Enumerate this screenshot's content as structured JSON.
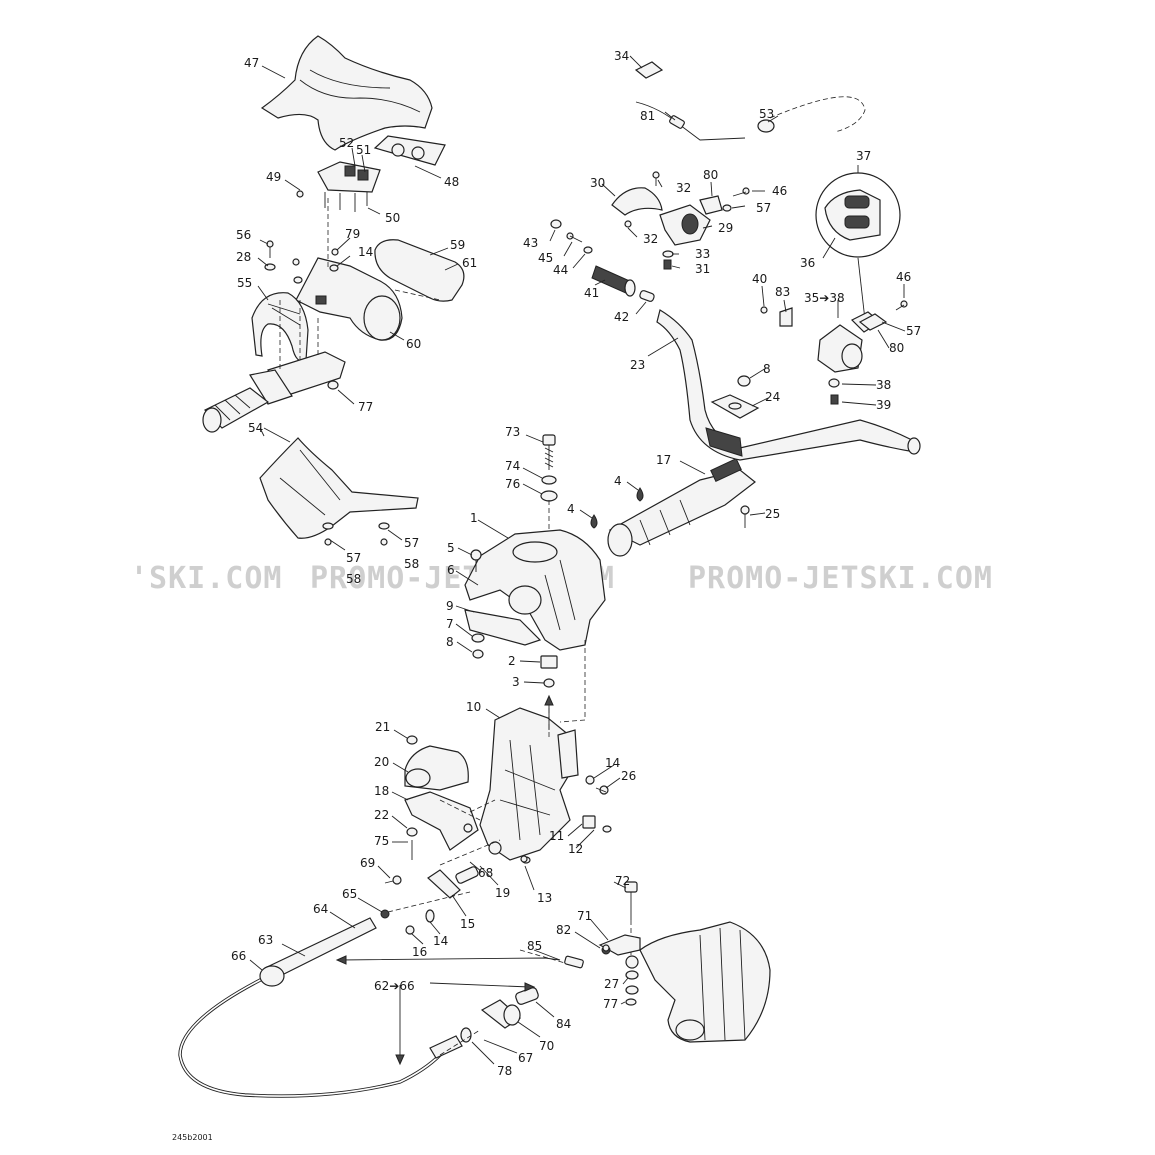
{
  "watermark": {
    "left": "'SKI.COM",
    "mid": "PROMO-JETSKI.COM",
    "right": "PROMO-JETSKI.COM"
  },
  "diagram_code": "245b2001",
  "callouts": {
    "c1": "1",
    "c2": "2",
    "c3": "3",
    "c4a": "4",
    "c4b": "4",
    "c5": "5",
    "c6": "6",
    "c7": "7",
    "c8a": "8",
    "c8b": "8",
    "c9": "9",
    "c10": "10",
    "c11": "11",
    "c12": "12",
    "c13": "13",
    "c14a": "14",
    "c14b": "14",
    "c14c": "14",
    "c15": "15",
    "c16": "16",
    "c17": "17",
    "c18": "18",
    "c19": "19",
    "c20": "20",
    "c21": "21",
    "c22": "22",
    "c23": "23",
    "c24": "24",
    "c25": "25",
    "c26": "26",
    "c27": "27",
    "c28": "28",
    "c29": "29",
    "c30": "30",
    "c31": "31",
    "c32a": "32",
    "c32b": "32",
    "c33": "33",
    "c34": "34",
    "c35": "35➔38",
    "c36": "36",
    "c37": "37",
    "c38": "38",
    "c39": "39",
    "c40": "40",
    "c41": "41",
    "c42": "42",
    "c43": "43",
    "c44": "44",
    "c45": "45",
    "c46a": "46",
    "c46b": "46",
    "c47": "47",
    "c48": "48",
    "c49": "49",
    "c50": "50",
    "c51": "51",
    "c52": "52",
    "c53": "53",
    "c54": "54",
    "c55": "55",
    "c56": "56",
    "c57a": "57",
    "c57b": "57",
    "c57c": "57",
    "c57d": "57",
    "c58a": "58",
    "c58b": "58",
    "c59": "59",
    "c60": "60",
    "c61": "61",
    "c62": "62➔66",
    "c63": "63",
    "c64": "64",
    "c65": "65",
    "c66": "66",
    "c67": "67",
    "c68": "68",
    "c69": "69",
    "c70": "70",
    "c71": "71",
    "c72": "72",
    "c73": "73",
    "c74": "74",
    "c75": "75",
    "c76": "76",
    "c77a": "77",
    "c77b": "77",
    "c78": "78",
    "c79": "79",
    "c80a": "80",
    "c80b": "80",
    "c81": "81",
    "c82": "82",
    "c83": "83",
    "c84": "84",
    "c85": "85"
  }
}
